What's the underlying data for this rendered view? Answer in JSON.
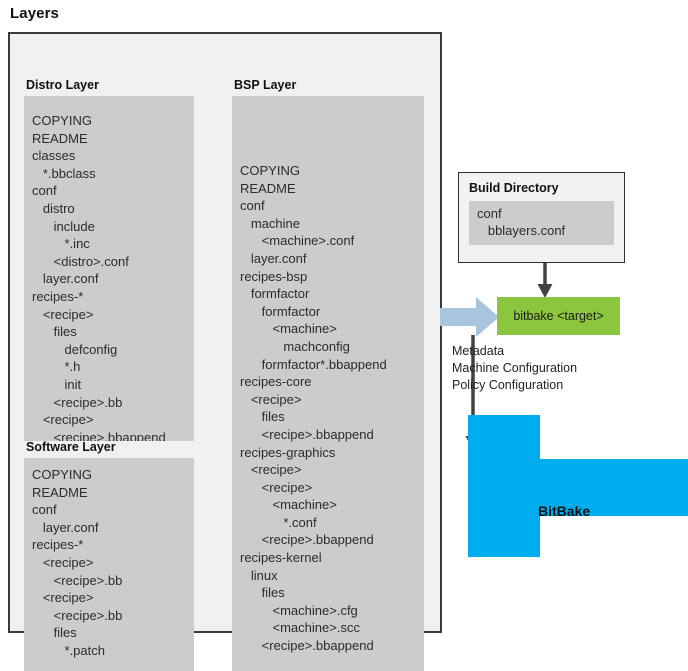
{
  "page": {
    "title": "Layers"
  },
  "layers": {
    "distro": {
      "title": "Distro Layer",
      "tree": [
        "COPYING",
        "README",
        "classes",
        "   *.bbclass",
        "conf",
        "   distro",
        "      include",
        "         *.inc",
        "      <distro>.conf",
        "   layer.conf",
        "recipes-*",
        "   <recipe>",
        "      files",
        "         defconfig",
        "         *.h",
        "         init",
        "      <recipe>.bb",
        "   <recipe>",
        "      <recipe>.bbappend"
      ]
    },
    "software": {
      "title": "Software Layer",
      "tree": [
        "COPYING",
        "README",
        "conf",
        "   layer.conf",
        "recipes-*",
        "   <recipe>",
        "      <recipe>.bb",
        "   <recipe>",
        "      <recipe>.bb",
        "      files",
        "         *.patch"
      ]
    },
    "bsp": {
      "title": "BSP Layer",
      "tree": [
        "COPYING",
        "README",
        "conf",
        "   machine",
        "      <machine>.conf",
        "   layer.conf",
        "recipes-bsp",
        "   formfactor",
        "      formfactor",
        "         <machine>",
        "            machconfig",
        "      formfactor*.bbappend",
        "recipes-core",
        "   <recipe>",
        "      files",
        "      <recipe>.bbappend",
        "recipes-graphics",
        "   <recipe>",
        "      <recipe>",
        "         <machine>",
        "            *.conf",
        "      <recipe>.bbappend",
        "recipes-kernel",
        "   linux",
        "      files",
        "         <machine>.cfg",
        "         <machine>.scc",
        "      <recipe>.bbappend"
      ]
    }
  },
  "build_directory": {
    "title": "Build Directory",
    "tree": [
      "conf",
      "   bblayers.conf"
    ]
  },
  "bitbake_command": {
    "label": "bitbake <target>"
  },
  "metadata_caption": {
    "lines": [
      "Metadata",
      "Machine Configuration",
      "Policy Configuration"
    ]
  },
  "bitbake_engine": {
    "label": "BitBake"
  },
  "colors": {
    "green_command": "#8CC63F",
    "blue_engine": "#00AEEF",
    "blue_arrow": "#A8C4DE",
    "gray_panel": "#CCCCCC",
    "frame_border": "#3A3A3A",
    "connector": "#424242"
  }
}
